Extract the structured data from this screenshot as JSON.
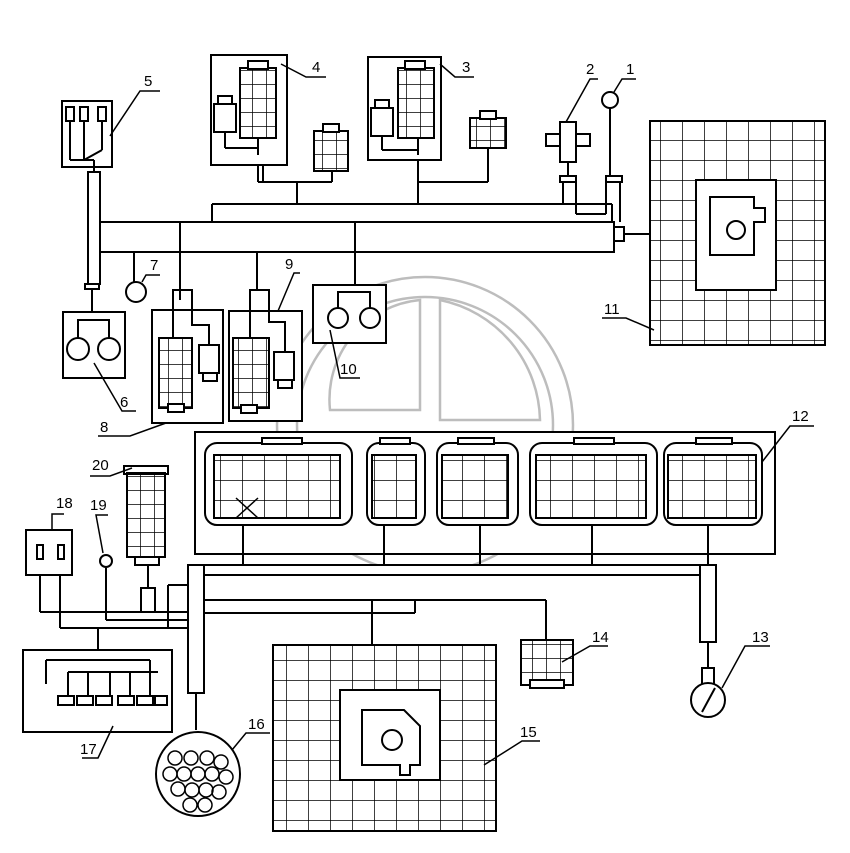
{
  "diagram": {
    "callouts": [
      "1",
      "2",
      "3",
      "4",
      "5",
      "6",
      "7",
      "8",
      "9",
      "10",
      "11",
      "12",
      "13",
      "14",
      "15",
      "16",
      "17",
      "18",
      "19",
      "20"
    ]
  },
  "colors": {
    "line": "#000000",
    "watermark": "#bdbdbd",
    "background": "#ffffff"
  }
}
